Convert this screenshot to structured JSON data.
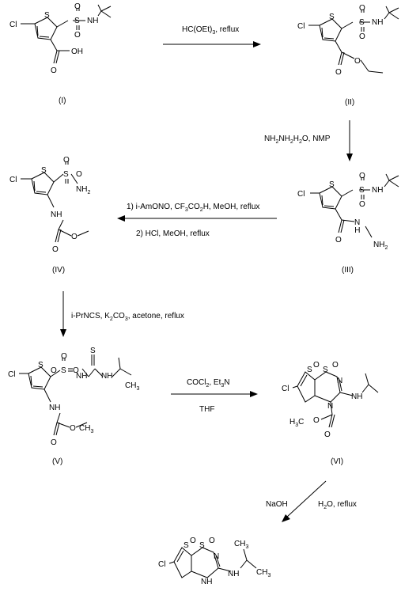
{
  "atoms": {
    "cl": "Cl",
    "s": "S",
    "o": "O",
    "nh": "NH",
    "n": "N",
    "h": "H",
    "oh": "OH",
    "nh2": "NH",
    "sub2": "2",
    "sub3": "3"
  },
  "compounds": {
    "I": "(I)",
    "II": "(II)",
    "III": "(III)",
    "IV": "(IV)",
    "V": "(V)",
    "VI": "(VI)"
  },
  "reagents": {
    "step1": "HC(OEt)",
    "step1_sub": "3",
    "step1_tail": ", reflux",
    "step2_a": "NH",
    "step2_b": "NH",
    "step2_c": "H",
    "step2_d": "O, NMP",
    "step3_line1_a": "1) i-AmONO, CF",
    "step3_line1_b": "CO",
    "step3_line1_c": "H, MeOH, reflux",
    "step3_line2": "2) HCl, MeOH, reflux",
    "step4_a": "i-PrNCS, K",
    "step4_b": "CO",
    "step4_c": ", acetone, reflux",
    "step5_a": "COCl",
    "step5_b": ", Et",
    "step5_c": "N",
    "step5_solvent": "THF",
    "step6_base": "NaOH",
    "step6_a": "H",
    "step6_b": "O, reflux"
  }
}
